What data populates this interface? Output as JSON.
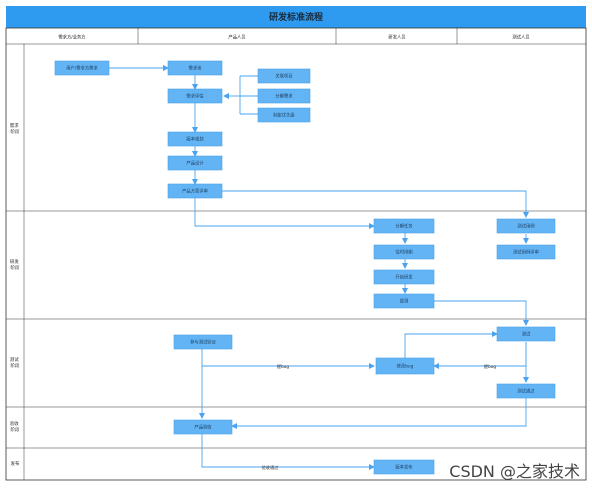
{
  "title": "研发标准流程",
  "columns": [
    {
      "id": "col1",
      "label": "需求方/业务方"
    },
    {
      "id": "col2",
      "label": "产品人员"
    },
    {
      "id": "col3",
      "label": "研发人员"
    },
    {
      "id": "col4",
      "label": "测试人员"
    }
  ],
  "stages": [
    {
      "id": "s1",
      "lines": [
        "需求",
        "阶段"
      ]
    },
    {
      "id": "s2",
      "lines": [
        "研发",
        "阶段"
      ]
    },
    {
      "id": "s3",
      "lines": [
        "测试",
        "阶段"
      ]
    },
    {
      "id": "s4",
      "lines": [
        "验收",
        "阶段"
      ]
    },
    {
      "id": "s5",
      "lines": [
        "发布"
      ]
    }
  ],
  "nodes": [
    {
      "id": "user_req",
      "label": "用户/需求方需求"
    },
    {
      "id": "req_pool",
      "label": "需求池"
    },
    {
      "id": "req_eval",
      "label": "需求评估"
    },
    {
      "id": "related_proj",
      "label": "关联项目"
    },
    {
      "id": "split_req",
      "label": "分解需求"
    },
    {
      "id": "set_priority",
      "label": "制定优先级"
    },
    {
      "id": "version_plan",
      "label": "版本规划"
    },
    {
      "id": "prod_design",
      "label": "产品设计"
    },
    {
      "id": "prod_review",
      "label": "产品方案评审"
    },
    {
      "id": "split_task",
      "label": "分解任务"
    },
    {
      "id": "estimate",
      "label": "估时排期"
    },
    {
      "id": "start_dev",
      "label": "开始研发"
    },
    {
      "id": "submit_test",
      "label": "提测"
    },
    {
      "id": "test_cases",
      "label": "测试用例"
    },
    {
      "id": "case_review",
      "label": "测试用例评审"
    },
    {
      "id": "join_test",
      "label": "参与测试验证"
    },
    {
      "id": "testing",
      "label": "测试"
    },
    {
      "id": "fix_bug",
      "label": "修改bug"
    },
    {
      "id": "test_pass",
      "label": "测试通过"
    },
    {
      "id": "prod_accept",
      "label": "产品验收"
    },
    {
      "id": "version_release",
      "label": "版本发布"
    }
  ],
  "edge_labels": {
    "bug1": "提bug",
    "bug2": "提bug",
    "accept_pass": "验收通过"
  },
  "watermark": "CSDN @之家技术",
  "colors": {
    "title_bar": "#2f9bf0",
    "node_fill": "#63b4f4",
    "node_stroke": "#4a9fe6",
    "arrow": "#4aa3f0",
    "grid": "#333333"
  }
}
